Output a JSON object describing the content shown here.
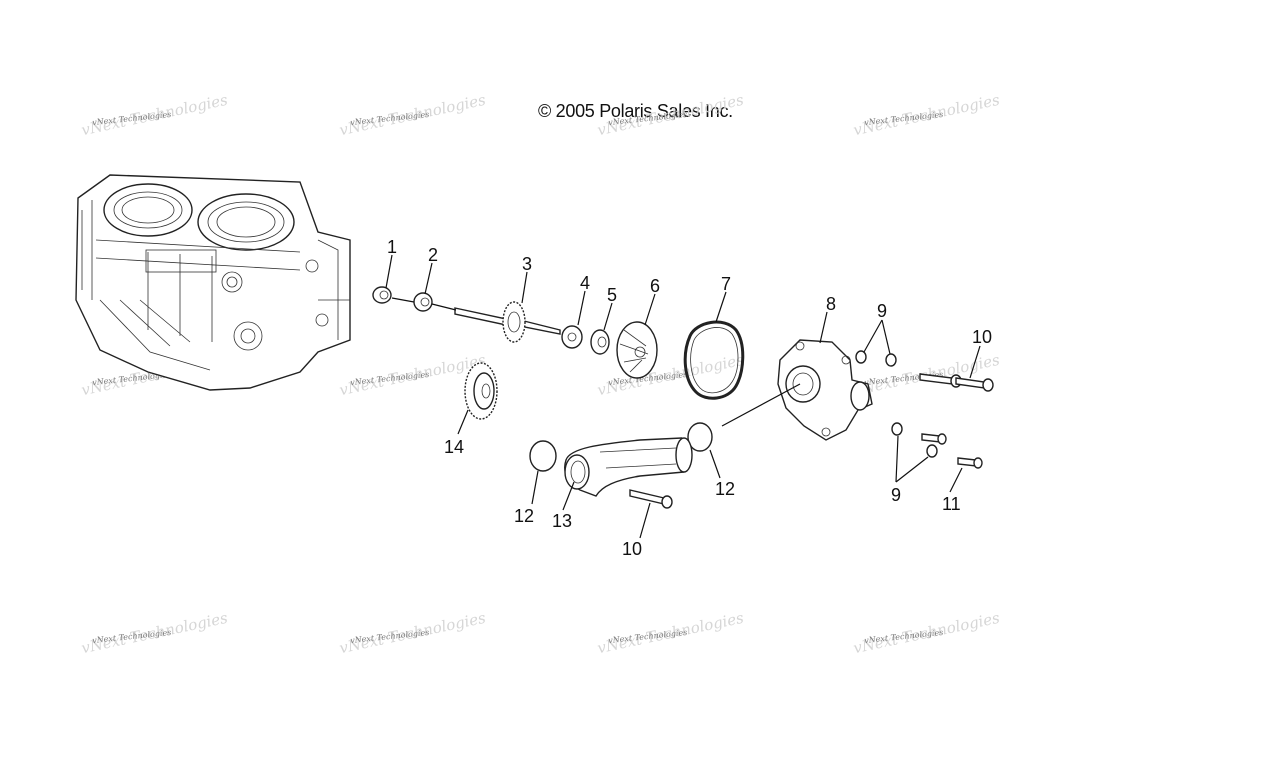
{
  "copyright": "© 2005 Polaris Sales Inc.",
  "watermark": "vNext Technologies",
  "callouts": {
    "c1": "1",
    "c2": "2",
    "c3": "3",
    "c4": "4",
    "c5": "5",
    "c6": "6",
    "c7": "7",
    "c8": "8",
    "c9a": "9",
    "c9b": "9",
    "c10a": "10",
    "c10b": "10",
    "c11": "11",
    "c12a": "12",
    "c12b": "12",
    "c13": "13",
    "c14": "14"
  }
}
